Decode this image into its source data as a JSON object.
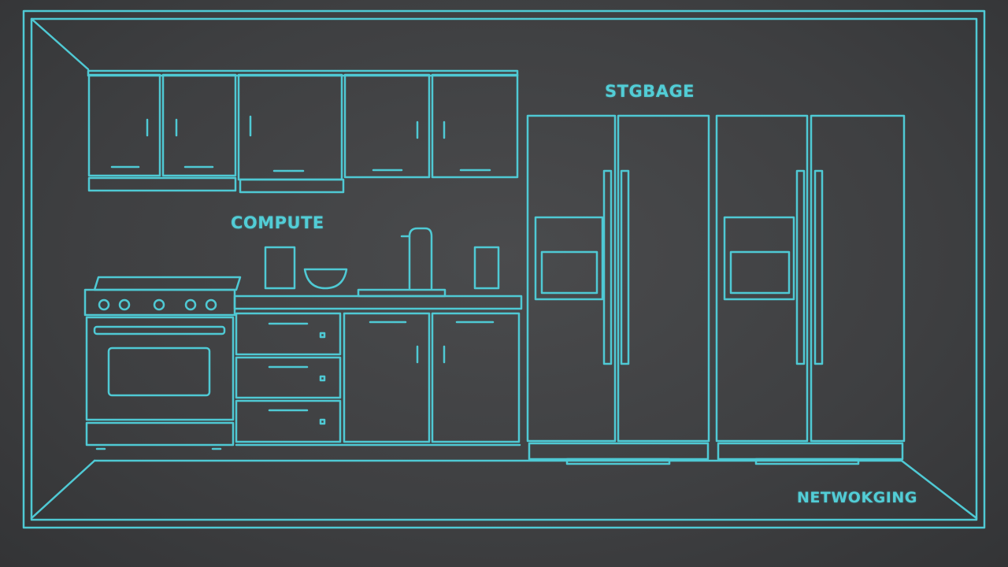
{
  "labels": {
    "storage": "STGBAGE",
    "compute": "COMPUTE",
    "networking": "NETWOKGING"
  },
  "colors": {
    "background": "#3e3f41",
    "line": "#4fc9d4"
  },
  "scene": {
    "description": "Line-art kitchen diagram: upper cabinets, stove/oven, lower cabinets with sink and counter items, two side-by-side refrigerators inside a perspective room frame",
    "objects": [
      "outer-frame",
      "upper-cabinets",
      "stove-oven",
      "base-cabinets",
      "sink-faucet",
      "counter-items",
      "refrigerator-1",
      "refrigerator-2"
    ]
  }
}
